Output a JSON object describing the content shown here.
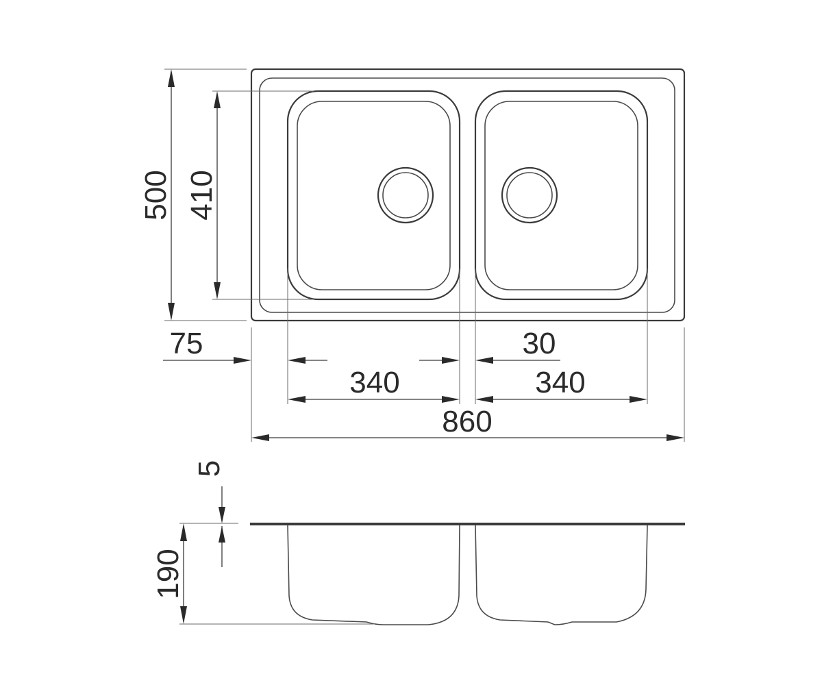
{
  "drawing": {
    "top_view": {
      "dimensions": {
        "overall_depth": "500",
        "bowl_depth": "410",
        "left_offset": "75",
        "bowl_gap": "30",
        "left_bowl_width": "340",
        "right_bowl_width": "340",
        "overall_width": "860"
      }
    },
    "side_view": {
      "dimensions": {
        "rim_thickness": "5",
        "bowl_height": "190"
      }
    }
  }
}
